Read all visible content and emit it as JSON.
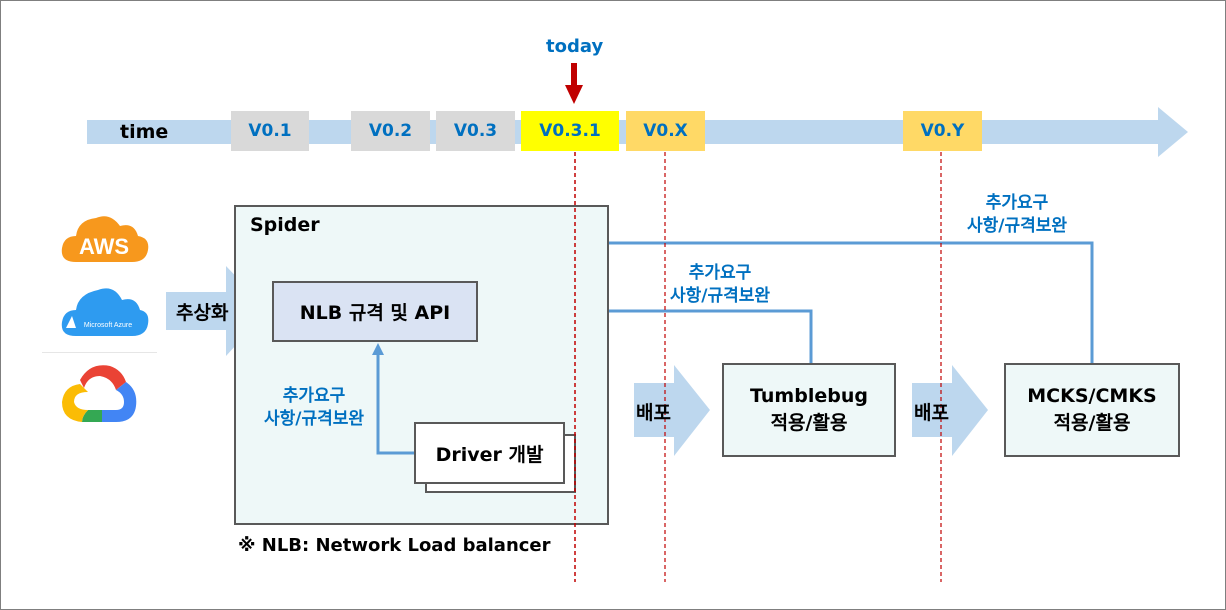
{
  "timeline": {
    "axis_label": "time",
    "today_label": "today",
    "versions": [
      {
        "label": "V0.1",
        "status": "past",
        "color": "#d9d9d9"
      },
      {
        "label": "V0.2",
        "status": "past",
        "color": "#d9d9d9"
      },
      {
        "label": "V0.3",
        "status": "past",
        "color": "#d9d9d9"
      },
      {
        "label": "V0.3.1",
        "status": "current",
        "color": "#ffff00"
      },
      {
        "label": "V0.X",
        "status": "future",
        "color": "#ffd966"
      },
      {
        "label": "V0.Y",
        "status": "future",
        "color": "#ffd966"
      }
    ]
  },
  "clouds": [
    {
      "name": "AWS",
      "label": "AWS",
      "color": "#f7981d"
    },
    {
      "name": "Microsoft Azure",
      "label": "Microsoft Azure",
      "color": "#1e90ff"
    },
    {
      "name": "Google Cloud",
      "label": "",
      "color": "#4285f4"
    }
  ],
  "abstraction_arrow_label": "추상화",
  "spider": {
    "title": "Spider",
    "nlb_box": "NLB 규격 및 API",
    "driver_box": "Driver 개발",
    "feedback_note": [
      "추가요구",
      "사항/규격보완"
    ]
  },
  "deploy_labels": [
    "배포",
    "배포"
  ],
  "tumblebug": {
    "line1": "Tumblebug",
    "line2": "적용/활용",
    "feedback_note": [
      "추가요구",
      "사항/규격보완"
    ]
  },
  "mcks": {
    "line1": "MCKS/CMKS",
    "line2": "적용/활용",
    "feedback_note": [
      "추가요구",
      "사항/규격보완"
    ]
  },
  "footnote": "※ NLB: Network Load balancer",
  "colors": {
    "timeline_bar": "#bdd7ee",
    "feedback_line": "#5b9bd5",
    "note_text": "#0070c0",
    "today_arrow": "#c00000",
    "box_fill": "#eef8f8",
    "nlb_fill": "#dae3f3"
  }
}
